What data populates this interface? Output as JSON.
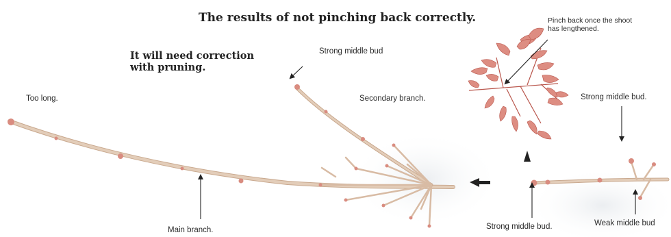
{
  "title": "The results of not pinching back correctly.",
  "note": {
    "line1": "It will need correction",
    "line2": "with pruning."
  },
  "labels": {
    "too_long": "Too long.",
    "strong_middle_bud_top": "Strong middle bud",
    "secondary_branch": "Secondary branch.",
    "main_branch": "Main branch.",
    "pinch_back_line1": "Pinch back once the shoot",
    "pinch_back_line2": "has lengthened.",
    "strong_middle_bud_right": "Strong middle bud.",
    "strong_middle_bud_bottom": "Strong middle bud.",
    "weak_middle_bud": "Weak middle bud"
  },
  "colors": {
    "branch": "#dcc2ab",
    "branch_edge": "#c9a98f",
    "bud": "#d98c80",
    "leaf": "#dd8d82",
    "leaf_dark": "#b9564c",
    "arrow": "#222222"
  }
}
